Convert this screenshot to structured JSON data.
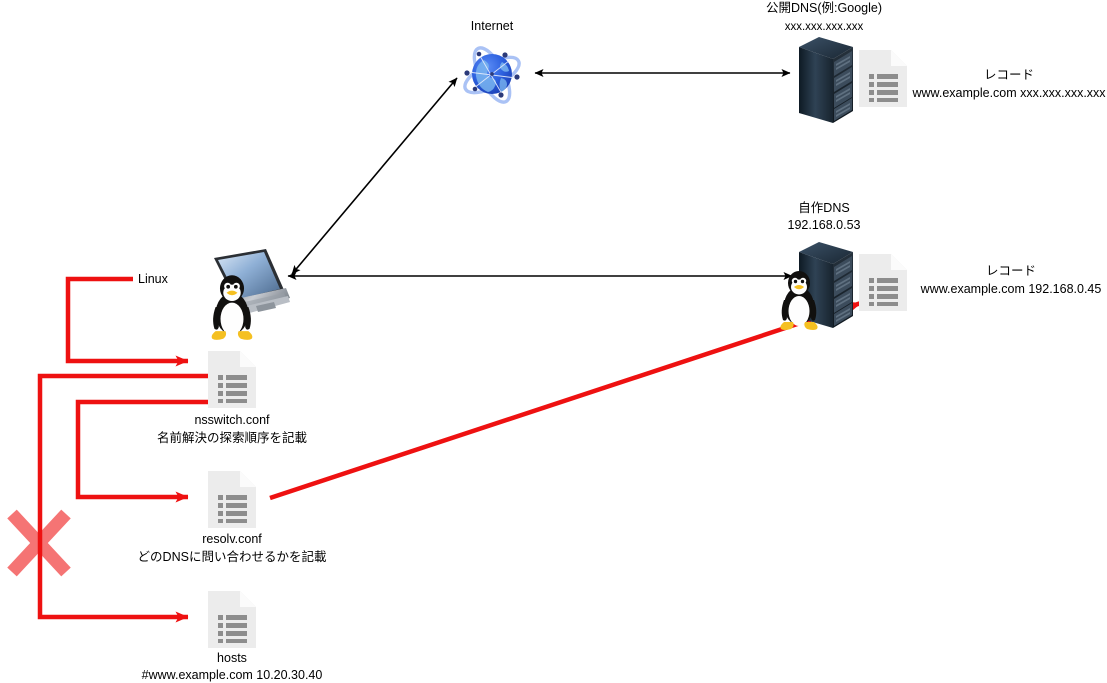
{
  "diagram": {
    "title_internal": "DNS name resolution flow on Linux",
    "colors": {
      "red": "#ee1111",
      "red_x": "#e8difficult",
      "black": "#000000",
      "doc_page": "#eeeeee",
      "doc_line": "#888888",
      "server_dark": "#1b2733",
      "globe_blue": "#2255dd"
    },
    "nodes": {
      "internet": {
        "label": "Internet",
        "icon": "globe-icon"
      },
      "public_dns": {
        "label_line1": "公開DNS(例:Google)",
        "label_line2": "xxx.xxx.xxx.xxx",
        "icon": "server-rack-icon",
        "record_icon": "document-icon",
        "record_line1": "レコード",
        "record_line2": "www.example.com xxx.xxx.xxx.xxx"
      },
      "own_dns": {
        "label_line1": "自作DNS",
        "label_line2": "192.168.0.53",
        "icon": "server-rack-icon",
        "os_icon": "tux-penguin-icon",
        "record_icon": "document-icon",
        "record_line1": "レコード",
        "record_line2": "www.example.com 192.168.0.45"
      },
      "client": {
        "label": "Linux",
        "icon": "laptop-icon",
        "os_icon": "tux-penguin-icon"
      }
    },
    "files": [
      {
        "id": "nsswitch",
        "icon": "document-icon",
        "name": "nsswitch.conf",
        "description": "名前解決の探索順序を記載"
      },
      {
        "id": "resolv",
        "icon": "document-icon",
        "name": "resolv.conf",
        "description": "どのDNSに問い合わせるかを記載"
      },
      {
        "id": "hosts",
        "icon": "document-icon",
        "name": "hosts",
        "description": "#www.example.com 10.20.30.40"
      }
    ],
    "markers": {
      "blocked": {
        "icon": "red-x-mark",
        "meaning": "blocked-path"
      }
    },
    "connections": [
      {
        "id": "client-internet",
        "style": "black-double-arrow"
      },
      {
        "id": "internet-public-dns",
        "style": "black-double-arrow"
      },
      {
        "id": "client-own-dns",
        "style": "black-double-arrow"
      },
      {
        "id": "resolv-to-own-dns",
        "style": "red-arrow"
      },
      {
        "id": "client-to-nsswitch",
        "style": "red-arrow"
      },
      {
        "id": "nsswitch-to-resolv",
        "style": "red-arrow"
      },
      {
        "id": "nsswitch-to-hosts",
        "style": "red-arrow"
      }
    ]
  }
}
